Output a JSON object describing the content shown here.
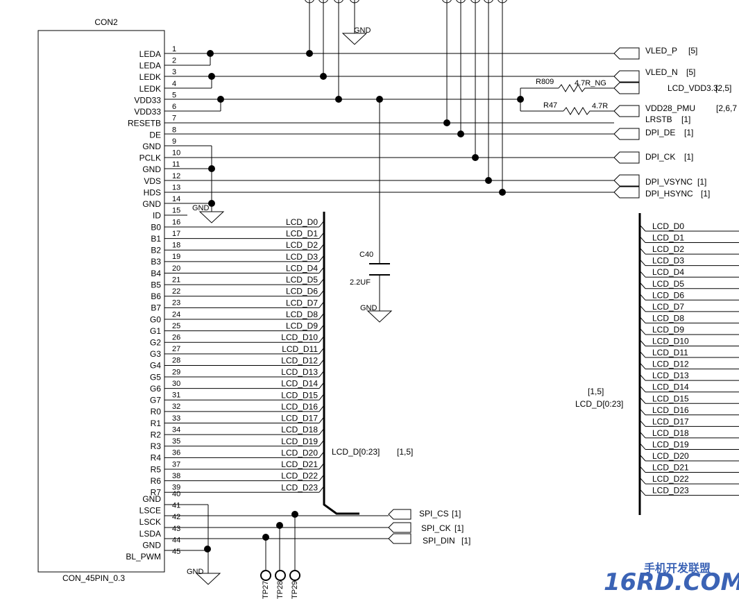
{
  "connector": {
    "name": "CON2",
    "part": "CON_45PIN_0.3",
    "pins": [
      {
        "num": "1",
        "label": "LEDA"
      },
      {
        "num": "2",
        "label": "LEDA"
      },
      {
        "num": "3",
        "label": "LEDK"
      },
      {
        "num": "4",
        "label": "LEDK"
      },
      {
        "num": "5",
        "label": "VDD33"
      },
      {
        "num": "6",
        "label": "VDD33"
      },
      {
        "num": "7",
        "label": "RESETB"
      },
      {
        "num": "8",
        "label": "DE"
      },
      {
        "num": "9",
        "label": "GND"
      },
      {
        "num": "10",
        "label": "PCLK"
      },
      {
        "num": "11",
        "label": "GND"
      },
      {
        "num": "12",
        "label": "VDS"
      },
      {
        "num": "13",
        "label": "HDS"
      },
      {
        "num": "14",
        "label": "GND"
      },
      {
        "num": "15",
        "label": "ID"
      },
      {
        "num": "16",
        "label": "B0"
      },
      {
        "num": "17",
        "label": "B1"
      },
      {
        "num": "18",
        "label": "B2"
      },
      {
        "num": "19",
        "label": "B3"
      },
      {
        "num": "20",
        "label": "B4"
      },
      {
        "num": "21",
        "label": "B5"
      },
      {
        "num": "22",
        "label": "B6"
      },
      {
        "num": "23",
        "label": "B7"
      },
      {
        "num": "24",
        "label": "G0"
      },
      {
        "num": "25",
        "label": "G1"
      },
      {
        "num": "26",
        "label": "G2"
      },
      {
        "num": "27",
        "label": "G3"
      },
      {
        "num": "28",
        "label": "G4"
      },
      {
        "num": "29",
        "label": "G5"
      },
      {
        "num": "30",
        "label": "G6"
      },
      {
        "num": "31",
        "label": "G7"
      },
      {
        "num": "32",
        "label": "R0"
      },
      {
        "num": "33",
        "label": "R1"
      },
      {
        "num": "34",
        "label": "R2"
      },
      {
        "num": "35",
        "label": "R3"
      },
      {
        "num": "36",
        "label": "R4"
      },
      {
        "num": "37",
        "label": "R5"
      },
      {
        "num": "38",
        "label": "R6"
      },
      {
        "num": "39",
        "label": "R7"
      },
      {
        "num": "40",
        "label": "GND"
      },
      {
        "num": "41",
        "label": "LSCE"
      },
      {
        "num": "42",
        "label": "LSCK"
      },
      {
        "num": "43",
        "label": "LSDA"
      },
      {
        "num": "44",
        "label": "GND"
      },
      {
        "num": "45",
        "label": "BL_PWM"
      }
    ]
  },
  "lcd_nets_left": [
    "LCD_D0",
    "LCD_D1",
    "LCD_D2",
    "LCD_D3",
    "LCD_D4",
    "LCD_D5",
    "LCD_D6",
    "LCD_D7",
    "LCD_D8",
    "LCD_D9",
    "LCD_D10",
    "LCD_D11",
    "LCD_D12",
    "LCD_D13",
    "LCD_D14",
    "LCD_D15",
    "LCD_D16",
    "LCD_D17",
    "LCD_D18",
    "LCD_D19",
    "LCD_D20",
    "LCD_D21",
    "LCD_D22",
    "LCD_D23"
  ],
  "lcd_nets_right": [
    "LCD_D0",
    "LCD_D1",
    "LCD_D2",
    "LCD_D3",
    "LCD_D4",
    "LCD_D5",
    "LCD_D6",
    "LCD_D7",
    "LCD_D8",
    "LCD_D9",
    "LCD_D10",
    "LCD_D11",
    "LCD_D12",
    "LCD_D13",
    "LCD_D14",
    "LCD_D15",
    "LCD_D16",
    "LCD_D17",
    "LCD_D18",
    "LCD_D19",
    "LCD_D20",
    "LCD_D21",
    "LCD_D22",
    "LCD_D23"
  ],
  "bus": {
    "left_label": "LCD_D[0:23]",
    "left_ref": "[1,5]",
    "right_label": "LCD_D[0:23]",
    "right_ref": "[1,5]"
  },
  "ports": [
    {
      "name": "VLED_P",
      "ref": "[5]"
    },
    {
      "name": "VLED_N",
      "ref": "[5]"
    },
    {
      "name": "LCD_VDD3.3",
      "ref": "[2,5]"
    },
    {
      "name": "VDD28_PMU",
      "ref": "[2,6,7"
    },
    {
      "name": "LRSTB",
      "ref": "[1]"
    },
    {
      "name": "DPI_DE",
      "ref": "[1]"
    },
    {
      "name": "DPI_CK",
      "ref": "[1]"
    },
    {
      "name": "DPI_VSYNC",
      "ref": "[1]"
    },
    {
      "name": "DPI_HSYNC",
      "ref": "[1]"
    }
  ],
  "spi_ports": [
    {
      "name": "SPI_CS",
      "ref": "[1]"
    },
    {
      "name": "SPI_CK",
      "ref": "[1]"
    },
    {
      "name": "SPI_DIN",
      "ref": "[1]"
    }
  ],
  "resistors": [
    {
      "ref": "R809",
      "value": "4.7R_NG"
    },
    {
      "ref": "R47",
      "value": "4.7R"
    }
  ],
  "capacitor": {
    "ref": "C40",
    "value": "2.2UF"
  },
  "gnd_label": "GND",
  "testpoints": [
    "TP27",
    "TP28",
    "TP29"
  ],
  "watermark": {
    "main": "16RD.COM",
    "cn": "手机开发联盟"
  }
}
